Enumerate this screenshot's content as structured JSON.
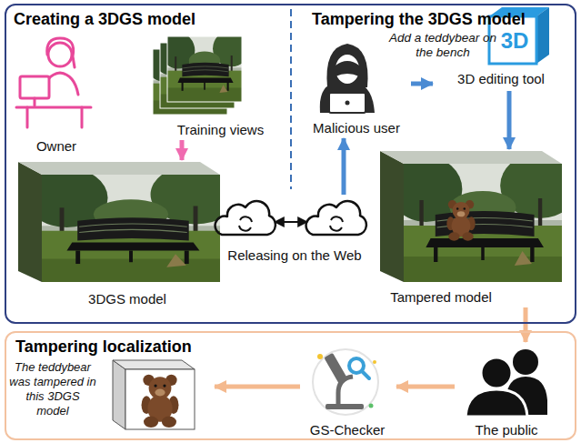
{
  "diagram": {
    "nodes": [
      {
        "text": [
          "Creating a 3DGS model",
          "Tampering the 3DGS model"
        ]
      },
      {
        "text": [
          "Owner"
        ],
        "in": 0
      },
      {
        "text": [
          "Training views"
        ],
        "in": 0
      },
      {
        "text": [
          "3DGS model"
        ],
        "in": 0
      },
      {
        "text": [
          "Releasing on the Web"
        ],
        "in": 0
      },
      {
        "text": [
          "Malicious user"
        ],
        "in": 0
      },
      {
        "text": [
          "3D",
          "3D editing tool"
        ],
        "in": 0
      },
      {
        "text": [
          "Tampered model"
        ],
        "in": 0
      },
      {
        "text": [
          "Tampering localization"
        ]
      },
      {
        "text": [
          "The teddybear was tampered in this 3DGS model"
        ],
        "in": 8
      },
      {
        "text": [
          "GS-Checker"
        ],
        "in": 8
      },
      {
        "text": [
          "The public"
        ],
        "in": 8
      }
    ],
    "edges": [
      {
        "from": 2,
        "to": 3,
        "arrow": "to"
      },
      {
        "from": 4,
        "to": 5,
        "arrow": "to"
      },
      {
        "from": 5,
        "to": 6,
        "label": "Add a teddybear on the bench",
        "arrow": "to"
      },
      {
        "from": 6,
        "to": 7,
        "arrow": "to"
      },
      {
        "from": 7,
        "to": 11,
        "arrow": "to"
      },
      {
        "from": 11,
        "to": 10,
        "arrow": "to"
      },
      {
        "from": 10,
        "to": 9,
        "arrow": "to"
      }
    ]
  }
}
